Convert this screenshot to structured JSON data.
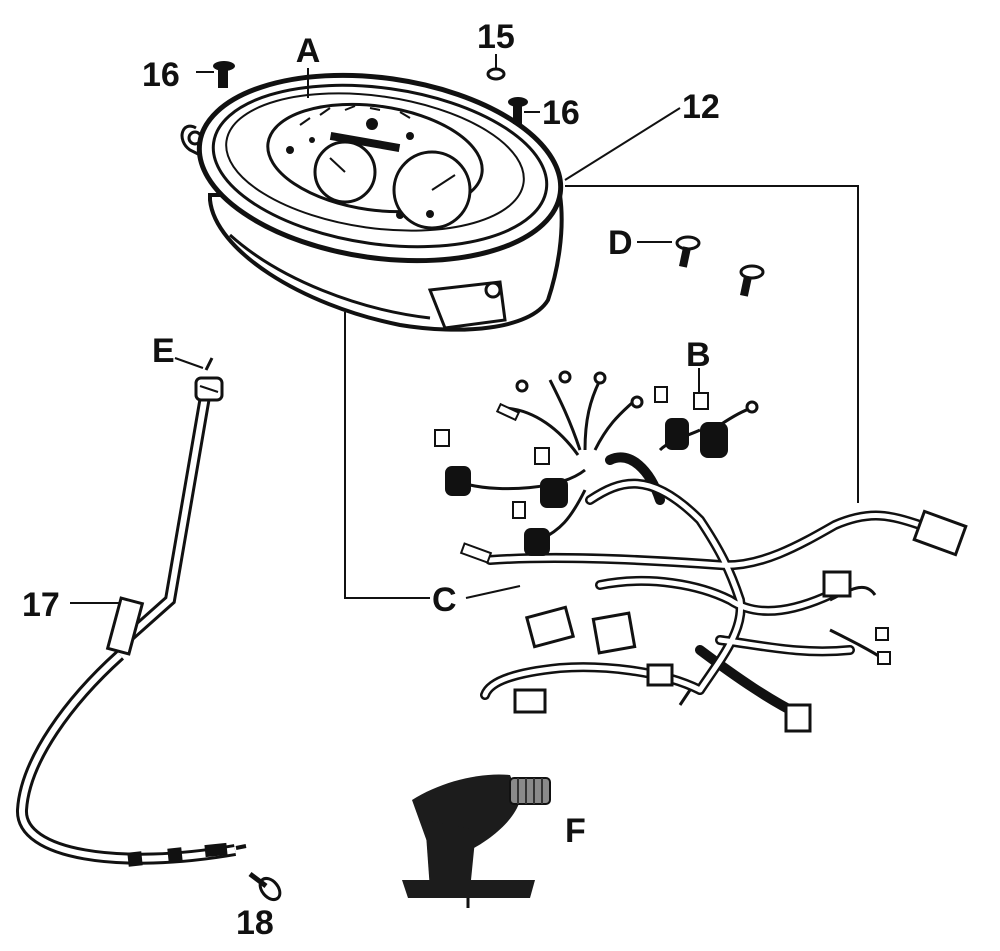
{
  "labels": {
    "a": "A",
    "b": "B",
    "c": "C",
    "d": "D",
    "e": "E",
    "f": "F",
    "n12": "12",
    "n15": "15",
    "n16_left": "16",
    "n16_right": "16",
    "n17": "17",
    "n18": "18"
  },
  "colors": {
    "ink": "#111111",
    "paper": "#ffffff",
    "metal": "#8a8a8a",
    "part_dark": "#1c1c1c"
  },
  "parts": [
    {
      "id": "A",
      "name": "speedometer-cluster"
    },
    {
      "id": "12",
      "name": "meter-mount-bracket"
    },
    {
      "id": "15",
      "name": "washer"
    },
    {
      "id": "16",
      "name": "screw"
    },
    {
      "id": "17",
      "name": "speedometer-cable"
    },
    {
      "id": "18",
      "name": "cable-bolt"
    },
    {
      "id": "B",
      "name": "bulb-socket"
    },
    {
      "id": "C",
      "name": "wiring-harness"
    },
    {
      "id": "D",
      "name": "harness-screw"
    },
    {
      "id": "E",
      "name": "cable-upper-end"
    },
    {
      "id": "F",
      "name": "speedometer-gear-box"
    }
  ]
}
